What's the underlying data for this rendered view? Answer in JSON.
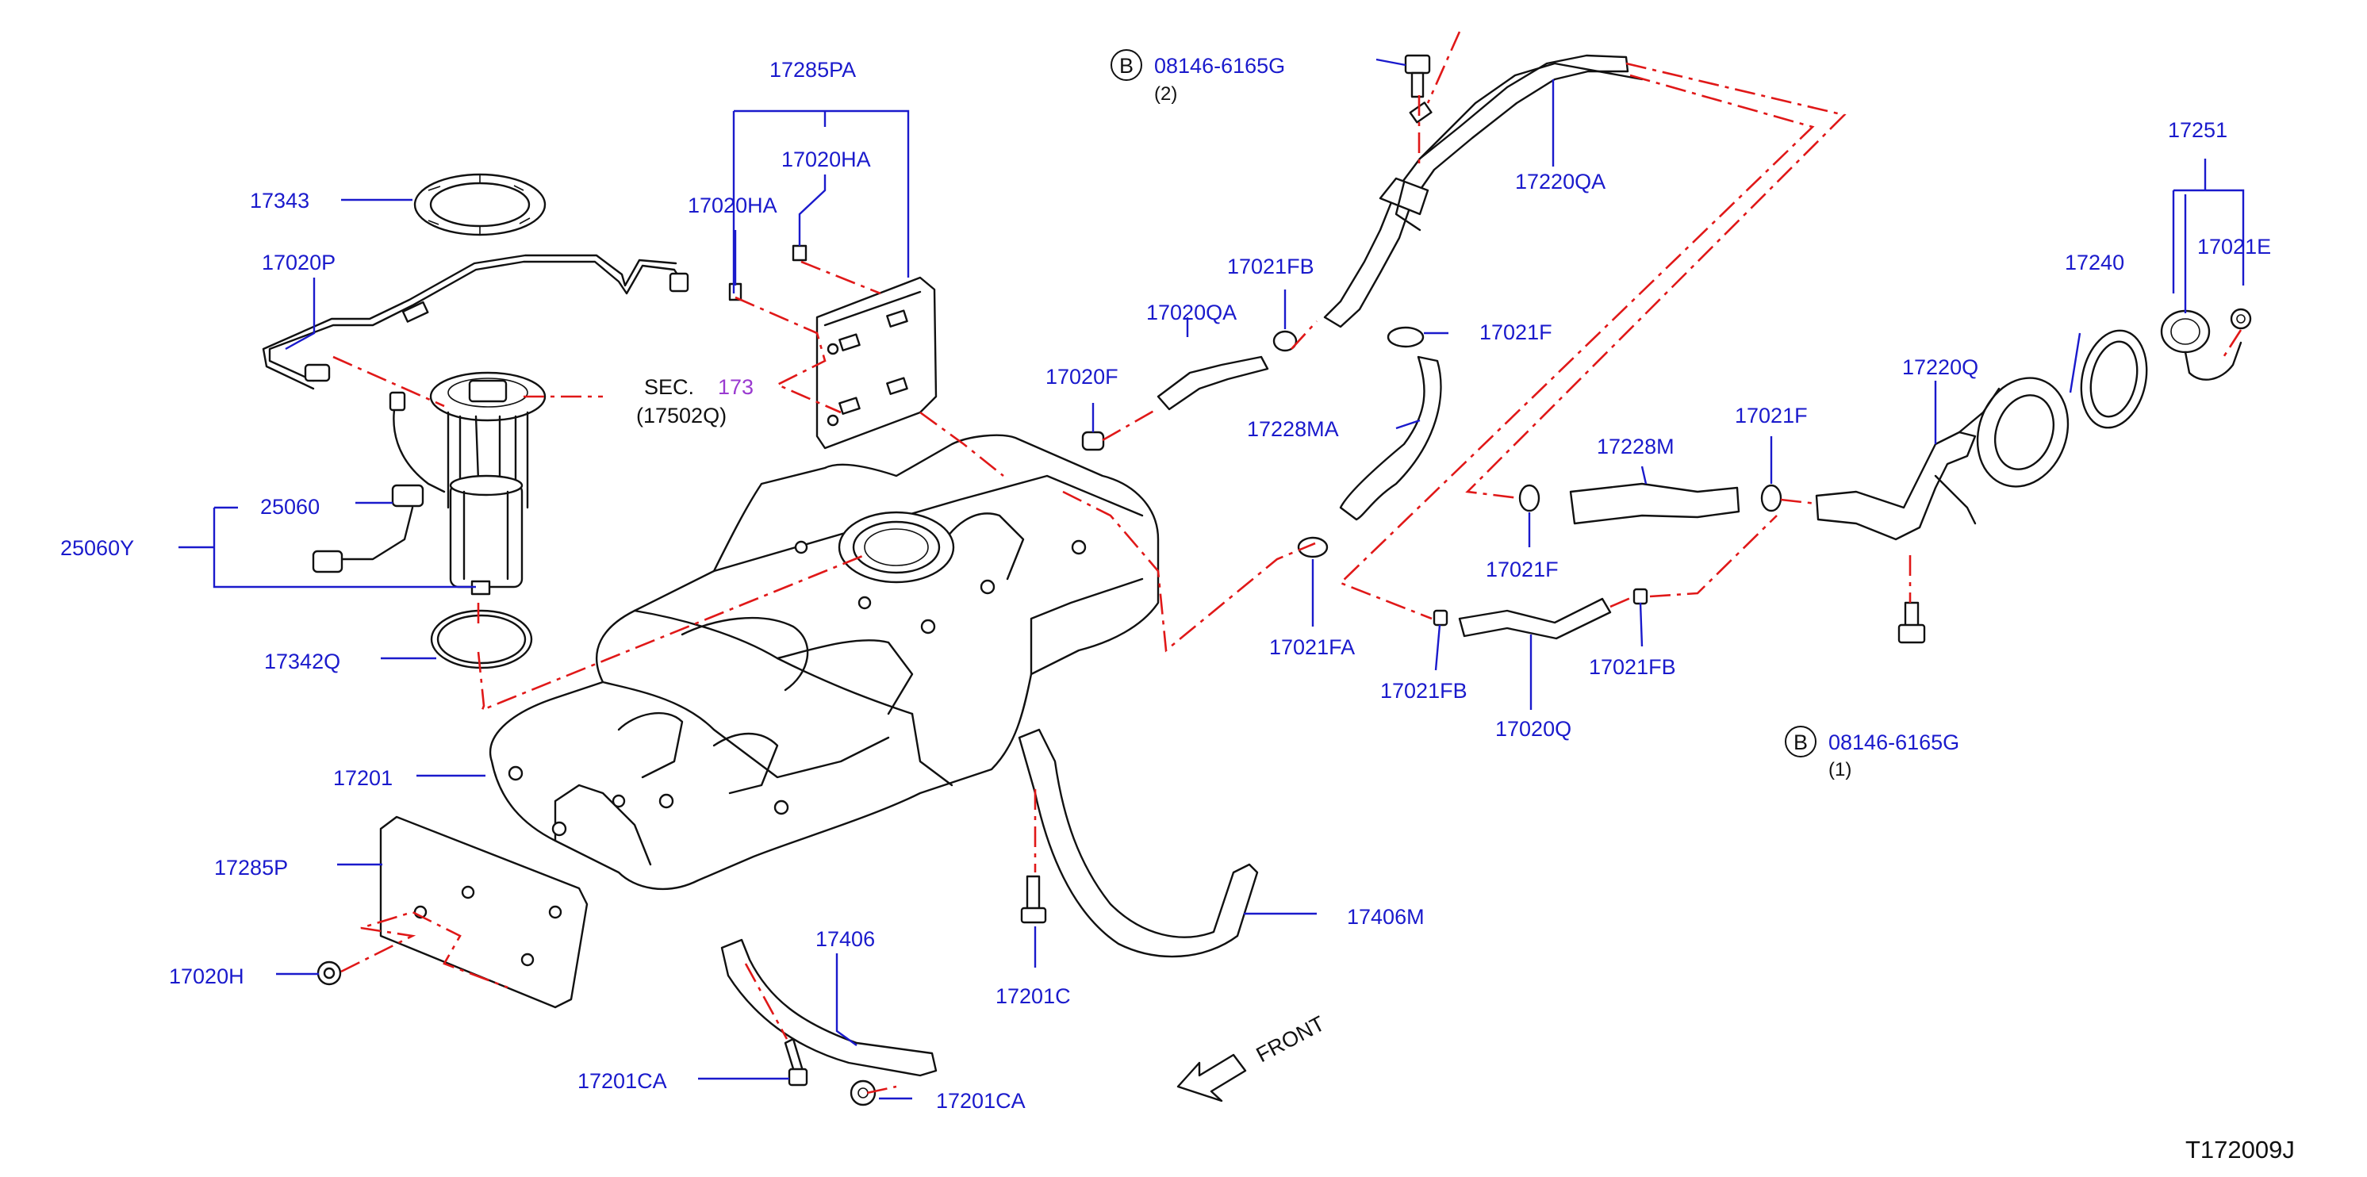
{
  "diagram_id": "T172009J",
  "colors": {
    "label": "#1a1acc",
    "dashed_line": "#e01818",
    "outline": "#111111",
    "sec_ref": "#9a3ad0"
  },
  "labels": {
    "l17285PA": "17285PA",
    "l17020HA_a": "17020HA",
    "l17020HA_b": "17020HA",
    "l17343": "17343",
    "l17020P": "17020P",
    "sec_prefix": "SEC.",
    "sec_num": "173",
    "sec_sub": "(17502Q)",
    "l25060": "25060",
    "l25060Y": "25060Y",
    "l17342Q": "17342Q",
    "l17201": "17201",
    "l17285P": "17285P",
    "l17020H": "17020H",
    "l17406": "17406",
    "l17201CA_a": "17201CA",
    "l17201CA_b": "17201CA",
    "l17201C": "17201C",
    "l17406M": "17406M",
    "front": "FRONT",
    "l17020F": "17020F",
    "l17020QA": "17020QA",
    "l17021FB_a": "17021FB",
    "bolt_top_letter": "B",
    "bolt_top_num": "08146-6165G",
    "bolt_top_qty": "(2)",
    "l17220QA": "17220QA",
    "l17021F_a": "17021F",
    "l17228MA": "17228MA",
    "l17021FA": "17021FA",
    "l17228M": "17228M",
    "l17021F_b": "17021F",
    "l17021F_c": "17021F",
    "l17021FB_b": "17021FB",
    "l17021FB_c": "17021FB",
    "l17020Q": "17020Q",
    "bolt_bot_letter": "B",
    "bolt_bot_num": "08146-6165G",
    "bolt_bot_qty": "(1)",
    "l17220Q": "17220Q",
    "l17240": "17240",
    "l17251": "17251",
    "l17021E": "17021E"
  }
}
